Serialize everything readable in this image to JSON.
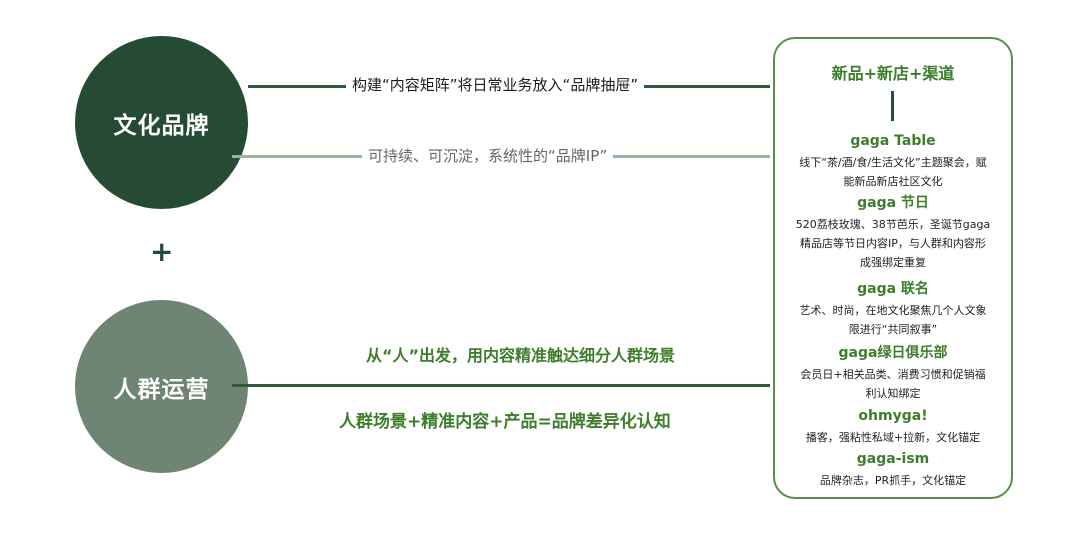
{
  "brand_circle": {
    "label": "文化品牌"
  },
  "crowd_circle": {
    "label": "人群运营"
  },
  "plus": "+",
  "connectors": {
    "content_matrix": "构建“内容矩阵”将日常业务放入“品牌抽屉”",
    "brand_ip": "可持续、可沉淀，系统性的“品牌IP”",
    "crowd_start": "从“人”出发，用内容精准触达细分人群场景",
    "crowd_formula": "人群场景+精准内容+产品=品牌差异化认知"
  },
  "panel": {
    "title": "新品+新店+渠道",
    "items": [
      {
        "title": "gaga Table",
        "lines": [
          "线下“茶/酒/食/生活文化”主题聚会，赋",
          "能新品新店社区文化"
        ]
      },
      {
        "title": "gaga 节日",
        "lines": [
          "520荔枝玫瑰、38节芭乐，圣诞节gaga",
          "精品店等节日内容IP，与人群和内容形",
          "成强绑定重复"
        ]
      },
      {
        "title": "gaga 联名",
        "lines": [
          "艺术、时尚，在地文化聚焦几个人文象",
          "限进行“共同叙事”"
        ]
      },
      {
        "title": "gaga绿日俱乐部",
        "lines": [
          "会员日+相关品类、消费习惯和促销福",
          "利认知绑定"
        ]
      },
      {
        "title": "ohmyga!",
        "lines": [
          "播客，强粘性私域+拉新，文化锚定"
        ]
      },
      {
        "title": "gaga-ism",
        "lines": [
          "品牌杂志，PR抓手，文化锚定"
        ]
      }
    ]
  }
}
